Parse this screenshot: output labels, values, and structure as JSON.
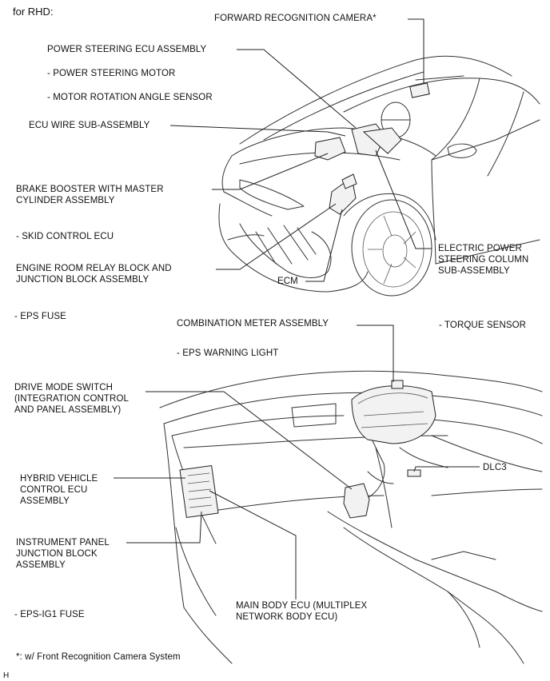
{
  "header": {
    "variant": "for RHD:"
  },
  "engine_room": {
    "labels": {
      "forward_camera": "FORWARD RECOGNITION CAMERA*",
      "power_steering_ecu": "POWER STEERING ECU ASSEMBLY",
      "power_steering_motor": "- POWER STEERING MOTOR",
      "motor_rotation_sensor": "- MOTOR ROTATION ANGLE SENSOR",
      "ecu_wire": "ECU WIRE SUB-ASSEMBLY",
      "brake_booster": "BRAKE BOOSTER WITH MASTER\nCYLINDER ASSEMBLY",
      "skid_control": "- SKID CONTROL ECU",
      "engine_relay_block": "ENGINE ROOM RELAY BLOCK AND\nJUNCTION BLOCK ASSEMBLY",
      "ecm": "ECM",
      "eps_column": "ELECTRIC POWER\nSTEERING COLUMN\nSUB-ASSEMBLY",
      "eps_fuse": "- EPS FUSE"
    }
  },
  "cabin": {
    "labels": {
      "combination_meter": "COMBINATION METER ASSEMBLY",
      "torque_sensor": "- TORQUE SENSOR",
      "eps_warning": "- EPS WARNING LIGHT",
      "drive_mode": "DRIVE MODE SWITCH\n(INTEGRATION CONTROL\nAND PANEL ASSEMBLY)",
      "hybrid_ecu": "HYBRID VEHICLE\nCONTROL ECU\nASSEMBLY",
      "dlc3": "DLC3",
      "instrument_jb": "INSTRUMENT PANEL\nJUNCTION BLOCK\nASSEMBLY",
      "main_body_ecu": "MAIN BODY ECU (MULTIPLEX\nNETWORK BODY ECU)",
      "eps_ig1": "- EPS-IG1 FUSE"
    }
  },
  "footnote": "*: w/ Front Recognition Camera System",
  "page_mark": "H"
}
